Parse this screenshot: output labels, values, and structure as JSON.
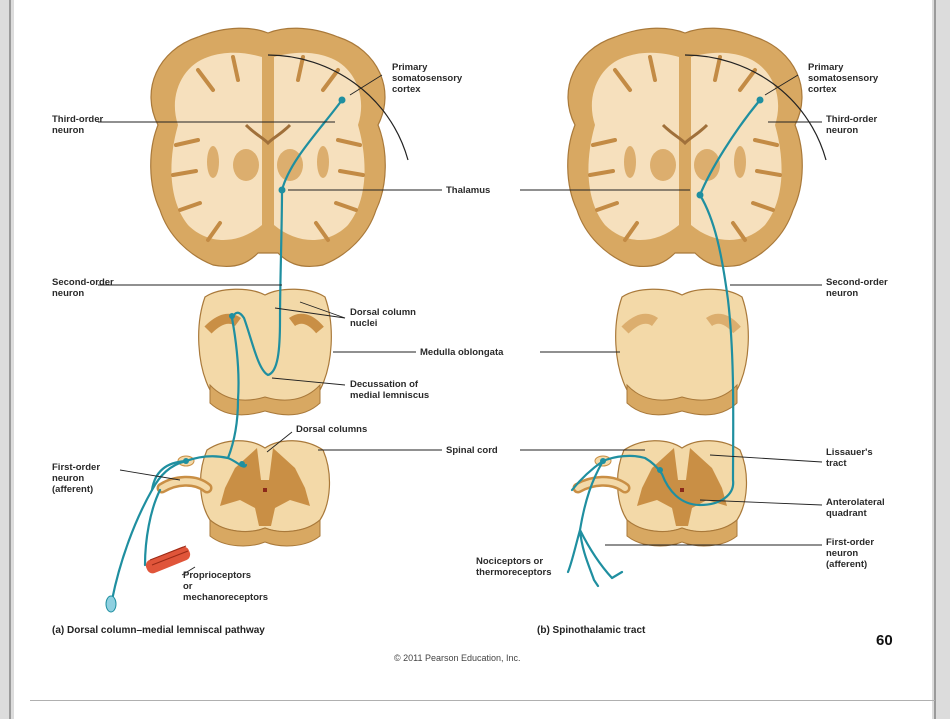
{
  "slide": {
    "page_number": "60",
    "copyright": "© 2011 Pearson Education, Inc."
  },
  "colors": {
    "nerve": "#1f8fa0",
    "cortex": "#d8a862",
    "white_matter": "#f6e0bd",
    "gray_matter": "#c98f45",
    "receptor": "#e0553a"
  },
  "panel_a": {
    "caption": "(a)  Dorsal column–medial lemniscal pathway",
    "labels": {
      "primary_cortex": [
        "Primary",
        "somatosensory",
        "cortex"
      ],
      "third_order": [
        "Third-order",
        "neuron"
      ],
      "thalamus": "Thalamus",
      "second_order": [
        "Second-order",
        "neuron"
      ],
      "dorsal_column_nuclei": [
        "Dorsal column",
        "nuclei"
      ],
      "medulla": "Medulla oblongata",
      "decussation": [
        "Decussation of",
        "medial lemniscus"
      ],
      "dorsal_columns": "Dorsal columns",
      "spinal_cord": "Spinal cord",
      "first_order": [
        "First-order",
        "neuron",
        "(afferent)"
      ],
      "proprioceptors": [
        "Proprioceptors",
        "or",
        "mechanoreceptors"
      ]
    },
    "icons": [
      "brain-section-icon",
      "medulla-section-icon",
      "spinal-cord-section-icon",
      "mechanoreceptor-icon",
      "muscle-spindle-icon"
    ]
  },
  "panel_b": {
    "caption": "(b)  Spinothalamic tract",
    "labels": {
      "primary_cortex": [
        "Primary",
        "somatosensory",
        "cortex"
      ],
      "third_order": [
        "Third-order",
        "neuron"
      ],
      "second_order": [
        "Second-order",
        "neuron"
      ],
      "lissauers": [
        "Lissauer's",
        "tract"
      ],
      "anterolateral": [
        "Anterolateral",
        "quadrant"
      ],
      "first_order": [
        "First-order",
        "neuron",
        "(afferent)"
      ],
      "nociceptors": [
        "Nociceptors or",
        "thermoreceptors"
      ]
    }
  }
}
